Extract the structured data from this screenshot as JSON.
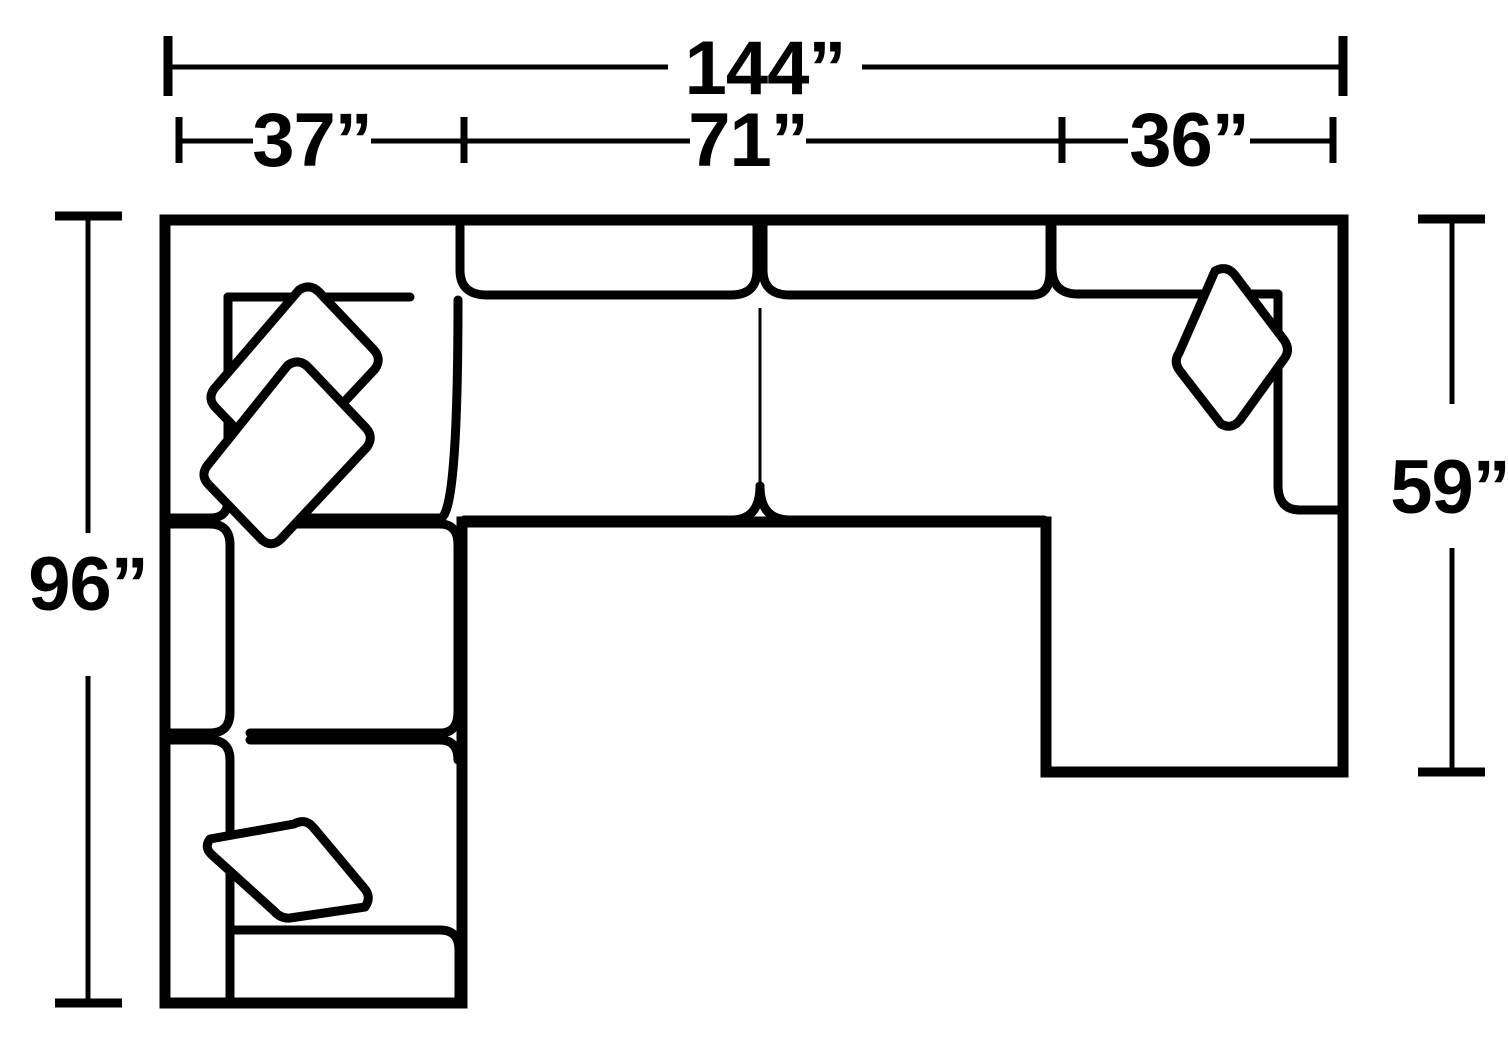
{
  "drawing": {
    "title": "Sectional sofa floor plan dimension diagram",
    "units": "inches",
    "line_color": "#000000",
    "background_color": "#ffffff"
  },
  "dimensions": {
    "overall_width": {
      "label": "144”",
      "value": 144,
      "orientation": "horizontal",
      "position": "top"
    },
    "segments": [
      {
        "label": "37”",
        "value": 37,
        "orientation": "horizontal",
        "position": "top-second",
        "part": "left-return"
      },
      {
        "label": "71”",
        "value": 71,
        "orientation": "horizontal",
        "position": "top-second",
        "part": "center-sofa"
      },
      {
        "label": "36”",
        "value": 36,
        "orientation": "horizontal",
        "position": "top-second",
        "part": "right-chaise"
      }
    ],
    "overall_depth_left": {
      "label": "96”",
      "value": 96,
      "orientation": "vertical",
      "position": "left"
    },
    "overall_depth_right": {
      "label": "59”",
      "value": 59,
      "orientation": "vertical",
      "position": "right"
    }
  },
  "components": {
    "left_return": {
      "name": "left-return-section",
      "seat_cushions": 2,
      "back_pillows": 2
    },
    "center_sofa": {
      "name": "center-sofa-section",
      "seat_cushions": 2,
      "back_pillows": 0
    },
    "right_chaise": {
      "name": "right-chaise-section",
      "seat_cushions": 1,
      "back_pillows": 1
    }
  },
  "pillows": [
    {
      "name": "pillow-left-upper",
      "section": "left-return"
    },
    {
      "name": "pillow-left-lower",
      "section": "left-return"
    },
    {
      "name": "pillow-bottom-left",
      "section": "left-return"
    },
    {
      "name": "pillow-right-chaise",
      "section": "right-chaise"
    }
  ]
}
